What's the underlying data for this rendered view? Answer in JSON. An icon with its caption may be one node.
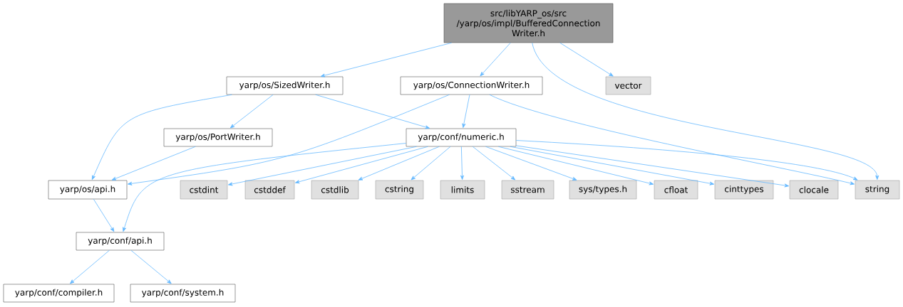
{
  "diagram": {
    "nodes": [
      {
        "text": [
          "src/libYARP_os/src /yarp/os/impl/BufferedConnection Writer.h"
        ]
      },
      {
        "text": [
          "yarp/os/SizedWriter.h"
        ]
      },
      {
        "text": [
          "yarp/os/ConnectionWriter.h"
        ]
      },
      {
        "text": [
          "vector"
        ]
      },
      {
        "text": [
          "yarp/os/PortWriter.h"
        ]
      },
      {
        "text": [
          "yarp/conf/numeric.h"
        ]
      },
      {
        "text": [
          "yarp/os/api.h"
        ]
      },
      {
        "text": [
          "yarp/conf/api.h"
        ]
      },
      {
        "text": [
          "cstdint"
        ]
      },
      {
        "text": [
          "cstddef"
        ]
      },
      {
        "text": [
          "cstdlib"
        ]
      },
      {
        "text": [
          "cstring"
        ]
      },
      {
        "text": [
          "limits"
        ]
      },
      {
        "text": [
          "sstream"
        ]
      },
      {
        "text": [
          "sys/types.h"
        ]
      },
      {
        "text": [
          "cfloat"
        ]
      },
      {
        "text": [
          "cinttypes"
        ]
      },
      {
        "text": [
          "clocale"
        ]
      },
      {
        "text": [
          "string"
        ]
      },
      {
        "text": [
          "yarp/conf/compiler.h"
        ]
      },
      {
        "text": [
          "yarp/conf/system.h"
        ]
      }
    ],
    "edges": [
      {
        "from": 0,
        "to": 1,
        "arrow": "to"
      },
      {
        "from": 0,
        "to": 2,
        "arrow": "to"
      },
      {
        "from": 0,
        "to": 3,
        "arrow": "to"
      },
      {
        "from": 0,
        "to": 18,
        "arrow": "to"
      },
      {
        "from": 1,
        "to": 6,
        "arrow": "to"
      },
      {
        "from": 1,
        "to": 4,
        "arrow": "to"
      },
      {
        "from": 1,
        "to": 5,
        "arrow": "to"
      },
      {
        "from": 2,
        "to": 6,
        "arrow": "to"
      },
      {
        "from": 2,
        "to": 5,
        "arrow": "to"
      },
      {
        "from": 2,
        "to": 18,
        "arrow": "to"
      },
      {
        "from": 4,
        "to": 6,
        "arrow": "to"
      },
      {
        "from": 5,
        "to": 7,
        "arrow": "to"
      },
      {
        "from": 5,
        "to": 8,
        "arrow": "to"
      },
      {
        "from": 5,
        "to": 9,
        "arrow": "to"
      },
      {
        "from": 5,
        "to": 10,
        "arrow": "to"
      },
      {
        "from": 5,
        "to": 11,
        "arrow": "to"
      },
      {
        "from": 5,
        "to": 12,
        "arrow": "to"
      },
      {
        "from": 5,
        "to": 13,
        "arrow": "to"
      },
      {
        "from": 5,
        "to": 14,
        "arrow": "to"
      },
      {
        "from": 5,
        "to": 15,
        "arrow": "to"
      },
      {
        "from": 5,
        "to": 16,
        "arrow": "to"
      },
      {
        "from": 5,
        "to": 17,
        "arrow": "to"
      },
      {
        "from": 5,
        "to": 18,
        "arrow": "to"
      },
      {
        "from": 6,
        "to": 7,
        "arrow": "to"
      },
      {
        "from": 7,
        "to": 19,
        "arrow": "to"
      },
      {
        "from": 7,
        "to": 20,
        "arrow": "to"
      }
    ]
  }
}
